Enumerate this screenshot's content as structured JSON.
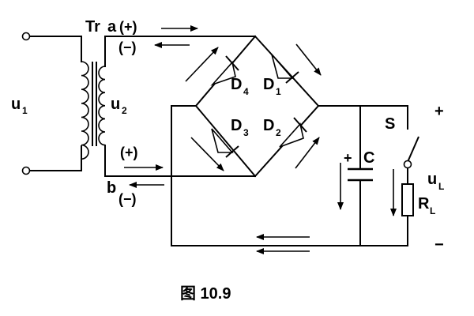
{
  "figure": {
    "caption": "图 10.9"
  },
  "labels": {
    "transformer": "Tr",
    "terminal_a": "a",
    "terminal_b": "b",
    "a_pos": "(+)",
    "a_neg": "(−)",
    "b_pos": "(+)",
    "b_neg": "(−)",
    "u1_main": "u",
    "u1_sub": "1",
    "u2_main": "u",
    "u2_sub": "2",
    "d1_main": "D",
    "d1_sub": "1",
    "d2_main": "D",
    "d2_sub": "2",
    "d3_main": "D",
    "d3_sub": "3",
    "d4_main": "D",
    "d4_sub": "4",
    "capacitor": "C",
    "cap_plus": "+",
    "switch": "S",
    "out_plus": "+",
    "out_minus": "−",
    "uL_main": "u",
    "uL_sub": "L",
    "RL_main": "R",
    "RL_sub": "L"
  }
}
